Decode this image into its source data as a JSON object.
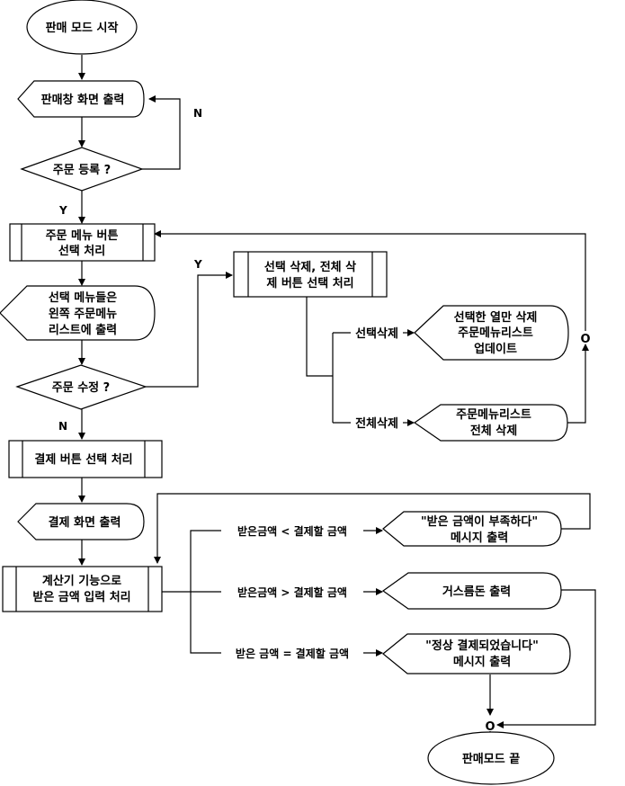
{
  "nodes": {
    "start": "판매 모드 시작",
    "show_sales_screen": "판매창 화면 출력",
    "order_register_q": "주문 등록 ?",
    "menu_button_line1": "주문 메뉴 버튼",
    "menu_button_line2": "선택 처리",
    "selected_menu_line1": "선택 메뉴들은",
    "selected_menu_line2": "왼쪽 주문메뉴",
    "selected_menu_line3": "리스트에 출력",
    "order_modify_q": "주문 수정 ?",
    "delete_button_line1": "선택 삭제, 전체 삭",
    "delete_button_line2": "제 버튼 선택 처리",
    "update_line1": "선택한 열만 삭제",
    "update_line2": "주문메뉴리스트",
    "update_line3": "업데이트",
    "delete_all_line1": "주문메뉴리스트",
    "delete_all_line2": "전체 삭제",
    "pay_button": "결제 버튼 선택 처리",
    "pay_screen": "결제 화면 출력",
    "calc_line1": "계산기 기능으로",
    "calc_line2": "받은 금액 입력 처리",
    "short_msg_line1": "\"받은 금액이 부족하다\"",
    "short_msg_line2": "메시지 출력",
    "change_out": "거스름돈 출력",
    "done_msg_line1": "\"정상 결제되었습니다\"",
    "done_msg_line2": "메시지 출력",
    "end": "판매모드 끝"
  },
  "labels": {
    "no1": "N",
    "yes1": "Y",
    "yes2": "Y",
    "no2": "N",
    "select_delete": "선택삭제",
    "all_delete": "전체삭제",
    "less": "받은금액 < 결제할 금액",
    "more": "받은금액 > 결제할 금액",
    "equal": "받은 금액 = 결제할 금액",
    "junction1": "O",
    "junction2": "O"
  }
}
